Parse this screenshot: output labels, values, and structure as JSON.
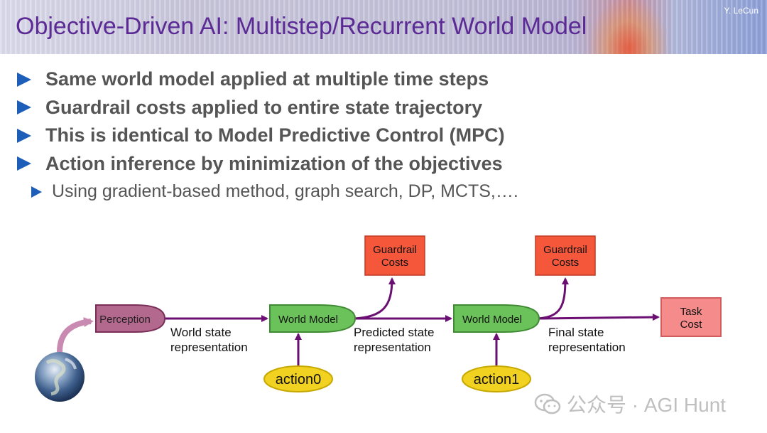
{
  "slide": {
    "title": "Objective-Driven AI: Multistep/Recurrent World Model",
    "author": "Y. LeCun"
  },
  "bullets": [
    {
      "text": "Same world model applied at multiple time steps",
      "level": 1
    },
    {
      "text": "Guardrail costs applied to entire state trajectory",
      "level": 1
    },
    {
      "text": "This is identical to Model Predictive Control (MPC)",
      "level": 1
    },
    {
      "text": "Action inference by minimization of the objectives",
      "level": 1
    },
    {
      "text": "Using gradient-based method, graph search, DP, MCTS,….",
      "level": 2
    }
  ],
  "diagram": {
    "perception": "Perception",
    "world_model_1": "World Model",
    "world_model_2": "World Model",
    "guardrail_1": [
      "Guardrail",
      "Costs"
    ],
    "guardrail_2": [
      "Guardrail",
      "Costs"
    ],
    "task_cost": [
      "Task",
      "Cost"
    ],
    "action0": "action0",
    "action1": "action1",
    "state_label_1": [
      "World state",
      "representation"
    ],
    "state_label_2": [
      "Predicted state",
      "representation"
    ],
    "state_label_3": [
      "Final state",
      "representation"
    ],
    "colors": {
      "perception_fill": "#b3688d",
      "world_model_fill": "#6cc25a",
      "guardrail_fill": "#f4573a",
      "task_cost_fill": "#f58b8b",
      "action_fill": "#f2d220",
      "arrow": "#6b0f73",
      "bullet_marker": "#1d5fb8",
      "title": "#5b2a94"
    }
  },
  "watermark": {
    "text": "公众号 · AGI Hunt"
  }
}
